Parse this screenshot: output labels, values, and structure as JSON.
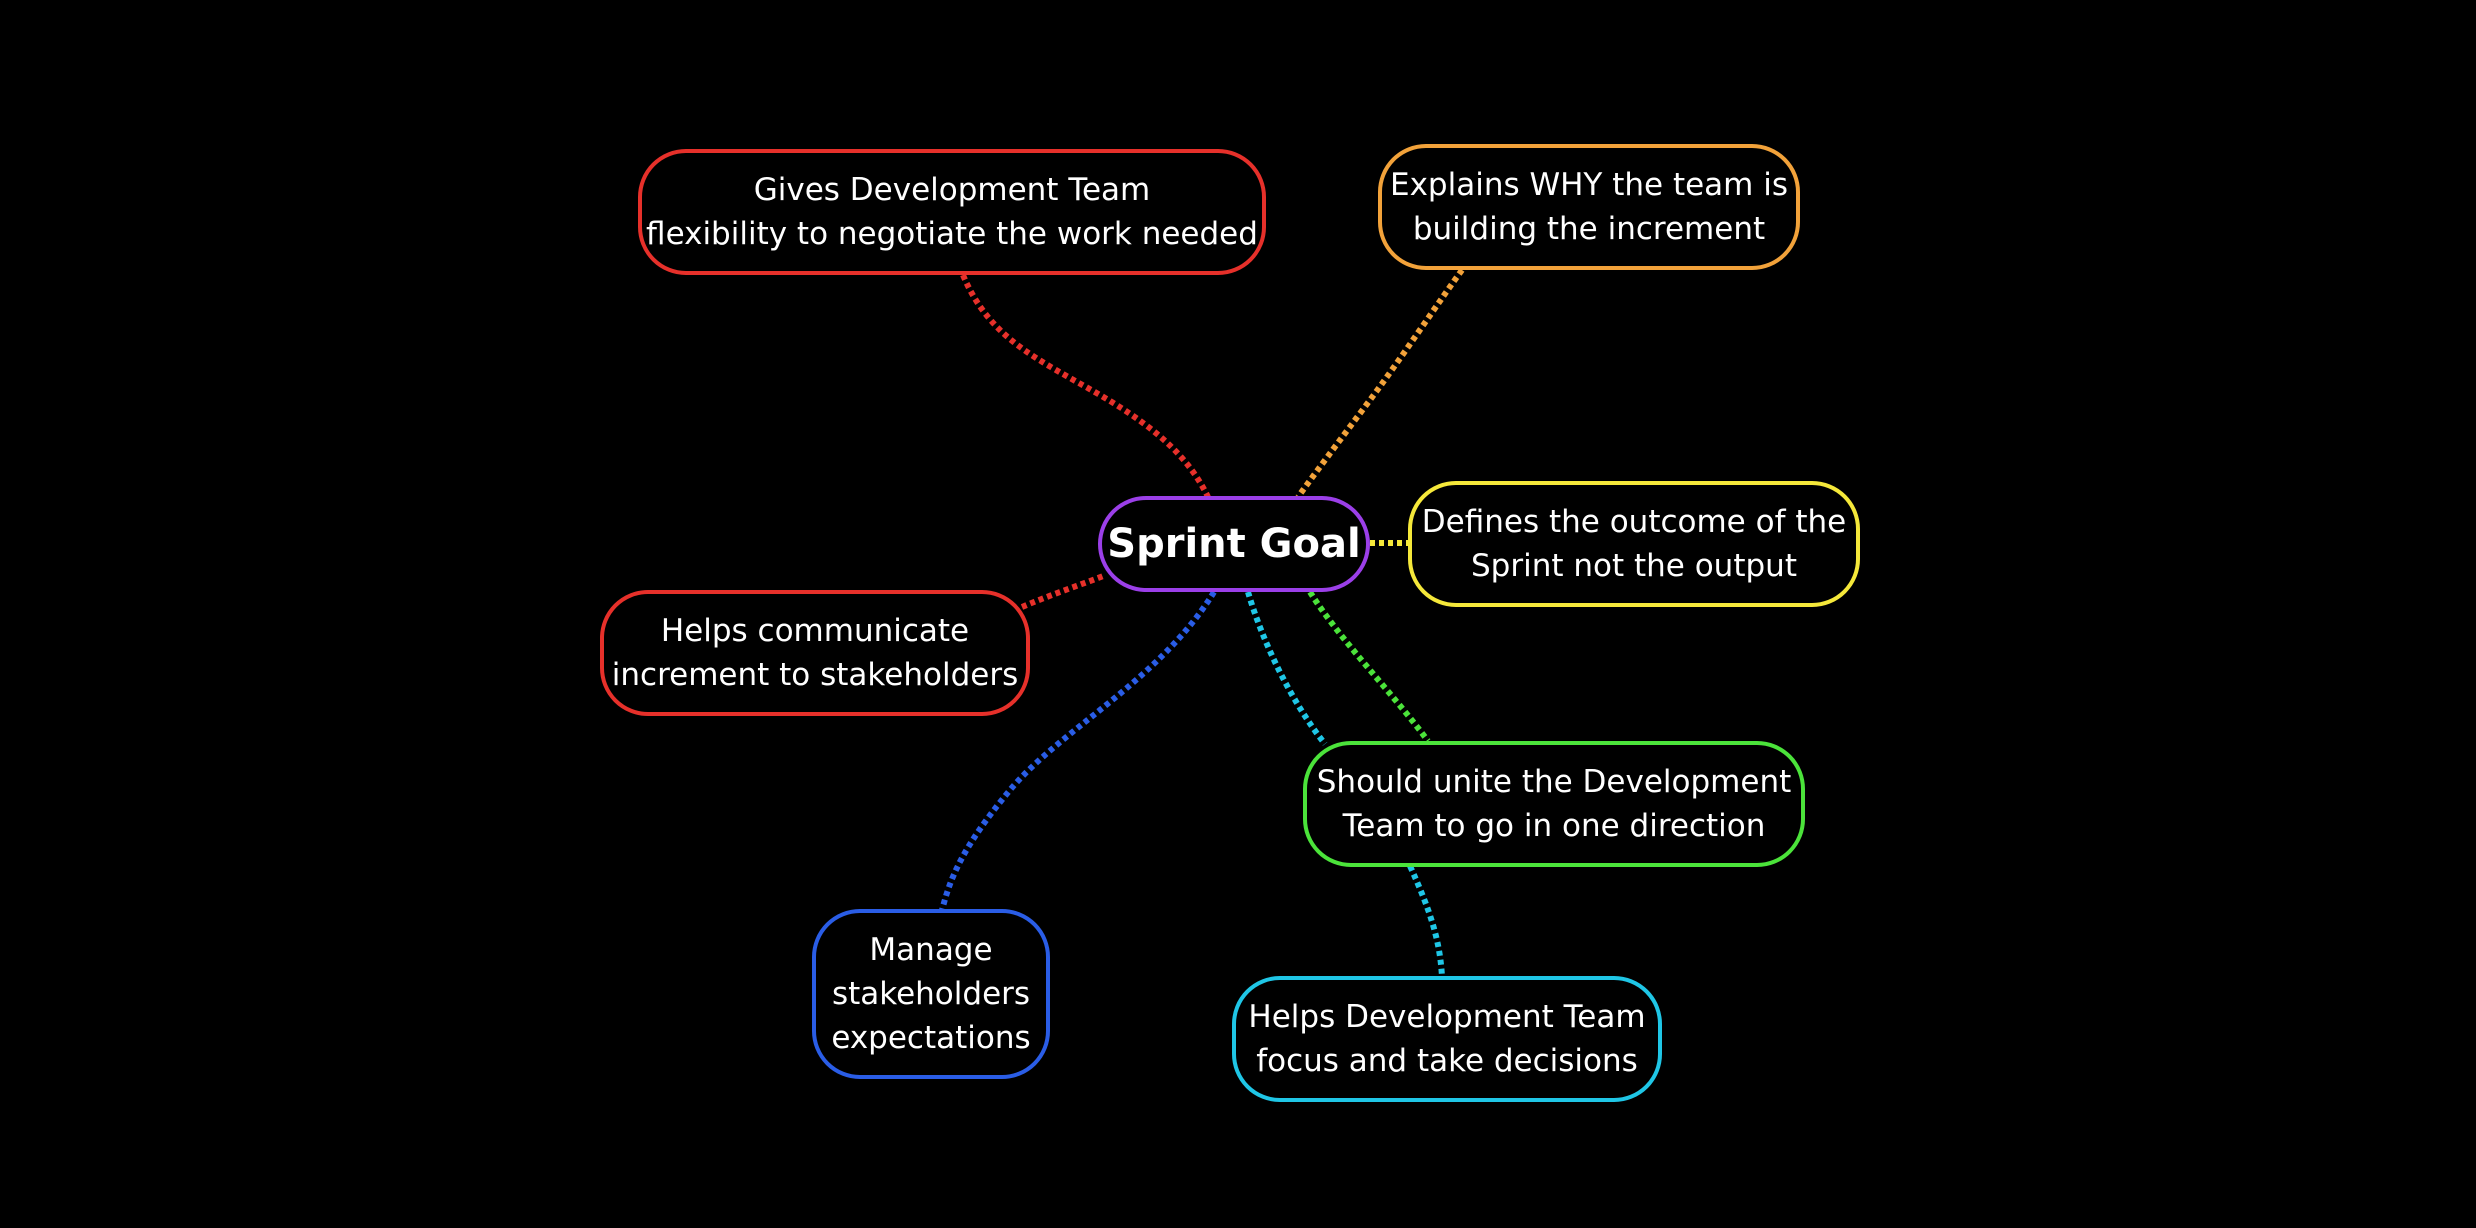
{
  "center": {
    "label": "Sprint Goal",
    "color": "#9b3fe8"
  },
  "nodes": [
    {
      "id": "flexibility",
      "lines": [
        "Gives Development Team",
        "flexibility to negotiate the work needed"
      ],
      "color": "#e6302a"
    },
    {
      "id": "why",
      "lines": [
        "Explains WHY the team is",
        "building the increment"
      ],
      "color": "#f2a23a"
    },
    {
      "id": "outcome",
      "lines": [
        "Defines the outcome of the",
        "Sprint not the output"
      ],
      "color": "#f5e83a"
    },
    {
      "id": "communicate",
      "lines": [
        "Helps communicate",
        "increment to stakeholders"
      ],
      "color": "#e6302a"
    },
    {
      "id": "unite",
      "lines": [
        "Should unite the Development",
        "Team to go in one direction"
      ],
      "color": "#4be33a"
    },
    {
      "id": "expectations",
      "lines": [
        "Manage",
        "stakeholders",
        "expectations"
      ],
      "color": "#2a5de6"
    },
    {
      "id": "focus",
      "lines": [
        "Helps Development Team",
        "focus and take decisions"
      ],
      "color": "#1fc6e6"
    }
  ]
}
